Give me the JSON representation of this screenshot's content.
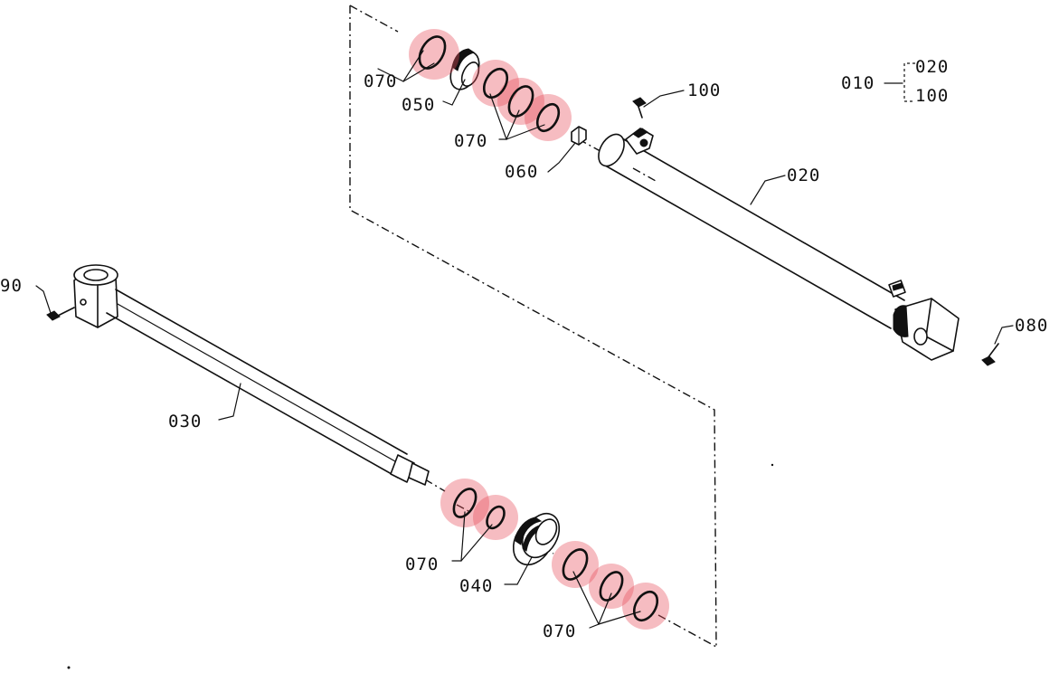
{
  "labels": {
    "l010": "010",
    "l020_group": "020",
    "l100_group": "100",
    "l100": "100",
    "l020": "020",
    "l030": "030",
    "l040": "040",
    "l050": "050",
    "l060": "060",
    "l070_a": "070",
    "l070_b": "070",
    "l070_c": "070",
    "l070_d": "070",
    "l080": "080",
    "l090": "90"
  },
  "colors": {
    "ink": "#111111",
    "highlight": "#e8505b",
    "background": "#ffffff"
  }
}
